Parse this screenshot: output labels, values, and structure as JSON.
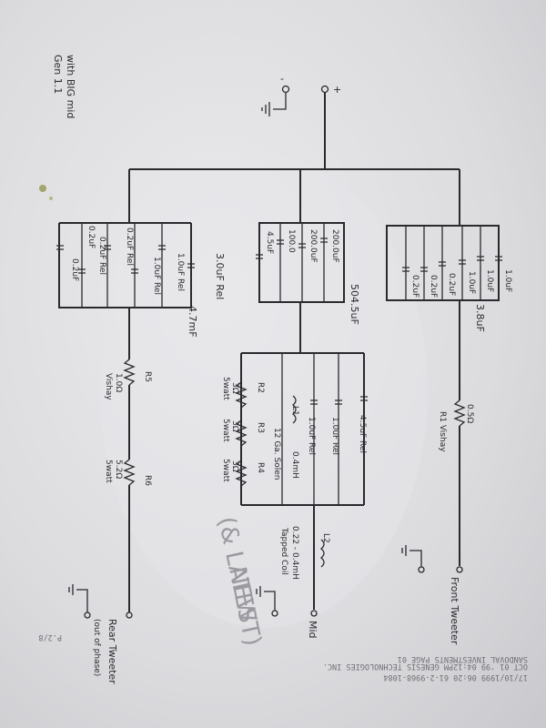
{
  "margin_note": [
    "Gen 1.1",
    "with BIG mid"
  ],
  "terminals": {
    "plus": "+",
    "minus": "-"
  },
  "tweeter_section": {
    "caps": [
      "1.0uF",
      "1.0uF",
      "1.0uF",
      "0.2uF",
      "0.2uF",
      "0.2uF"
    ],
    "total": "3.8uF",
    "resistor_value": "0.5Ω",
    "resistor_label": "R1 Vishay",
    "output_name": "Front Tweeter"
  },
  "mid_section": {
    "caps": [
      "200.0uF",
      "200.0uF",
      "100.0",
      "4.5uF"
    ],
    "total": "504.5uF",
    "branch_caps": [
      "4.5uF Rel",
      "1.0uF Rel",
      "1.0uF Rel"
    ],
    "inductor_l1": "L1",
    "l1_value": "0.4mH",
    "l1_desc": "12 Ga. Solen",
    "resistors": [
      {
        "name": "R2",
        "value": "3Ω",
        "note": "5watt"
      },
      {
        "name": "R3",
        "value": "3Ω",
        "note": "5watt"
      },
      {
        "name": "R4",
        "value": "3Ω",
        "note": "5watt"
      }
    ],
    "inductor_l2": "L2",
    "l2_value": "0.22 - 0.4mH",
    "l2_desc": "Tapped Coil",
    "output_name": "Mid"
  },
  "rear_section": {
    "caps": [
      "0.2uF",
      "0.2uF Rel",
      "0.2uF Rel",
      "1.0uF Rel",
      "1.0uF Rel",
      "0.2uF"
    ],
    "total": "3.0uF Rel",
    "inductance": "4.7mF",
    "r5_name": "R5",
    "r5_value": "1.0Ω",
    "r5_brand": "Vishay",
    "r6_name": "R6",
    "r6_value": "5.2Ω",
    "r6_note": "5watt",
    "output_name": "Rear Tweeter",
    "output_note": "(out of phase)"
  },
  "pencil_note": "(& LATEST)",
  "pencil_new": "NEW",
  "fax_header": [
    "17/10/1999 06:20   61-2-9968-1084",
    "OCT 01 '99 04:12PM GENESIS TECHNOLOGIES INC.",
    "SANDOVAL INVESTMENTS    PAGE 01",
    "P.2/8"
  ]
}
